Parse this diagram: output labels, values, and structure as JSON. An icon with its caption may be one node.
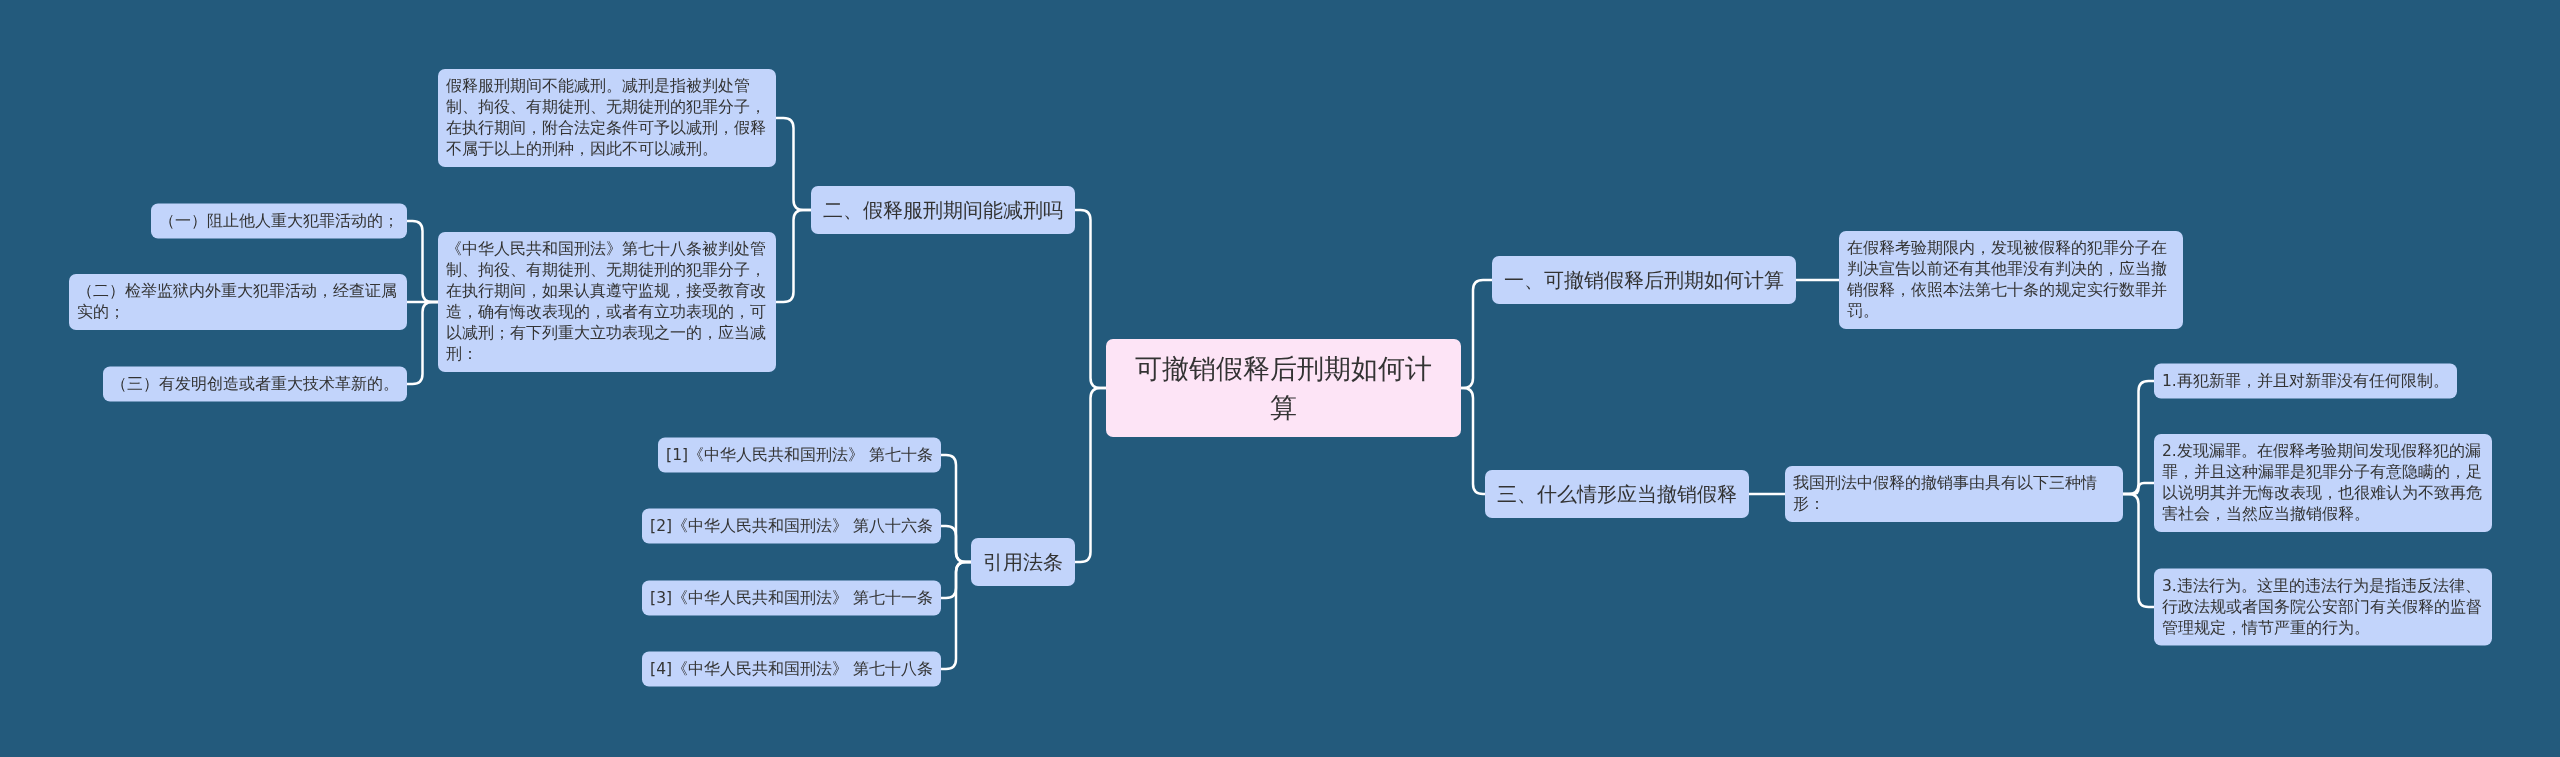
{
  "diagram": {
    "nodes": [
      {
        "text": [
          "可撤销假释后刑期如何计算"
        ]
      },
      {
        "text": [
          "一、可撤销假释后刑期如何计算"
        ]
      },
      {
        "text": [
          "在假释考验期限内，发现被假释的犯罪分子在判决宣告以前还有其他罪没有判决的，应当撤销假释，依照本法第七十条的规定实行数罪并罚。"
        ]
      },
      {
        "text": [
          "三、什么情形应当撤销假释"
        ]
      },
      {
        "text": [
          "我国刑法中假释的撤销事由具有以下三种情形："
        ]
      },
      {
        "text": [
          "1.再犯新罪，并且对新罪没有任何限制。"
        ]
      },
      {
        "text": [
          "2.发现漏罪。在假释考验期间发现假释犯的漏罪，并且这种漏罪是犯罪分子有意隐瞒的，足以说明其并无悔改表现，也很难认为不致再危害社会，当然应当撤销假释。"
        ]
      },
      {
        "text": [
          "3.违法行为。这里的违法行为是指违反法律、行政法规或者国务院公安部门有关假释的监督管理规定，情节严重的行为。"
        ]
      },
      {
        "text": [
          "二、假释服刑期间能减刑吗"
        ]
      },
      {
        "text": [
          "假释服刑期间不能减刑。减刑是指被判处管制、拘役、有期徒刑、无期徒刑的犯罪分子，在执行期间，附合法定条件可予以减刑，假释不属于以上的刑种，因此不可以减刑。"
        ]
      },
      {
        "text": [
          "《中华人民共和国刑法》第七十八条被判处管制、拘役、有期徒刑、无期徒刑的犯罪分子，在执行期间，如果认真遵守监规，接受教育改造，确有悔改表现的，或者有立功表现的，可以减刑；有下列重大立功表现之一的，应当减刑："
        ]
      },
      {
        "text": [
          "（一）阻止他人重大犯罪活动的；"
        ]
      },
      {
        "text": [
          "（二）检举监狱内外重大犯罪活动，经查证属实的；"
        ]
      },
      {
        "text": [
          "（三）有发明创造或者重大技术革新的。"
        ]
      },
      {
        "text": [
          "引用法条"
        ]
      },
      {
        "text": [
          "[1]《中华人民共和国刑法》 第七十条"
        ]
      },
      {
        "text": [
          "[2]《中华人民共和国刑法》 第八十六条"
        ]
      },
      {
        "text": [
          "[3]《中华人民共和国刑法》 第七十一条"
        ]
      },
      {
        "text": [
          "[4]《中华人民共和国刑法》 第七十八条"
        ]
      }
    ],
    "edges": [
      {
        "from": 0,
        "to": 1,
        "arrow": "none"
      },
      {
        "from": 1,
        "to": 2,
        "arrow": "none"
      },
      {
        "from": 0,
        "to": 3,
        "arrow": "none"
      },
      {
        "from": 3,
        "to": 4,
        "arrow": "none"
      },
      {
        "from": 4,
        "to": 5,
        "arrow": "none"
      },
      {
        "from": 4,
        "to": 6,
        "arrow": "none"
      },
      {
        "from": 4,
        "to": 7,
        "arrow": "none"
      },
      {
        "from": 0,
        "to": 8,
        "arrow": "none"
      },
      {
        "from": 8,
        "to": 9,
        "arrow": "none"
      },
      {
        "from": 8,
        "to": 10,
        "arrow": "none"
      },
      {
        "from": 10,
        "to": 11,
        "arrow": "none"
      },
      {
        "from": 10,
        "to": 12,
        "arrow": "none"
      },
      {
        "from": 10,
        "to": 13,
        "arrow": "none"
      },
      {
        "from": 0,
        "to": 14,
        "arrow": "none"
      },
      {
        "from": 14,
        "to": 15,
        "arrow": "none"
      },
      {
        "from": 14,
        "to": 16,
        "arrow": "none"
      },
      {
        "from": 14,
        "to": 17,
        "arrow": "none"
      },
      {
        "from": 14,
        "to": 18,
        "arrow": "none"
      }
    ]
  }
}
